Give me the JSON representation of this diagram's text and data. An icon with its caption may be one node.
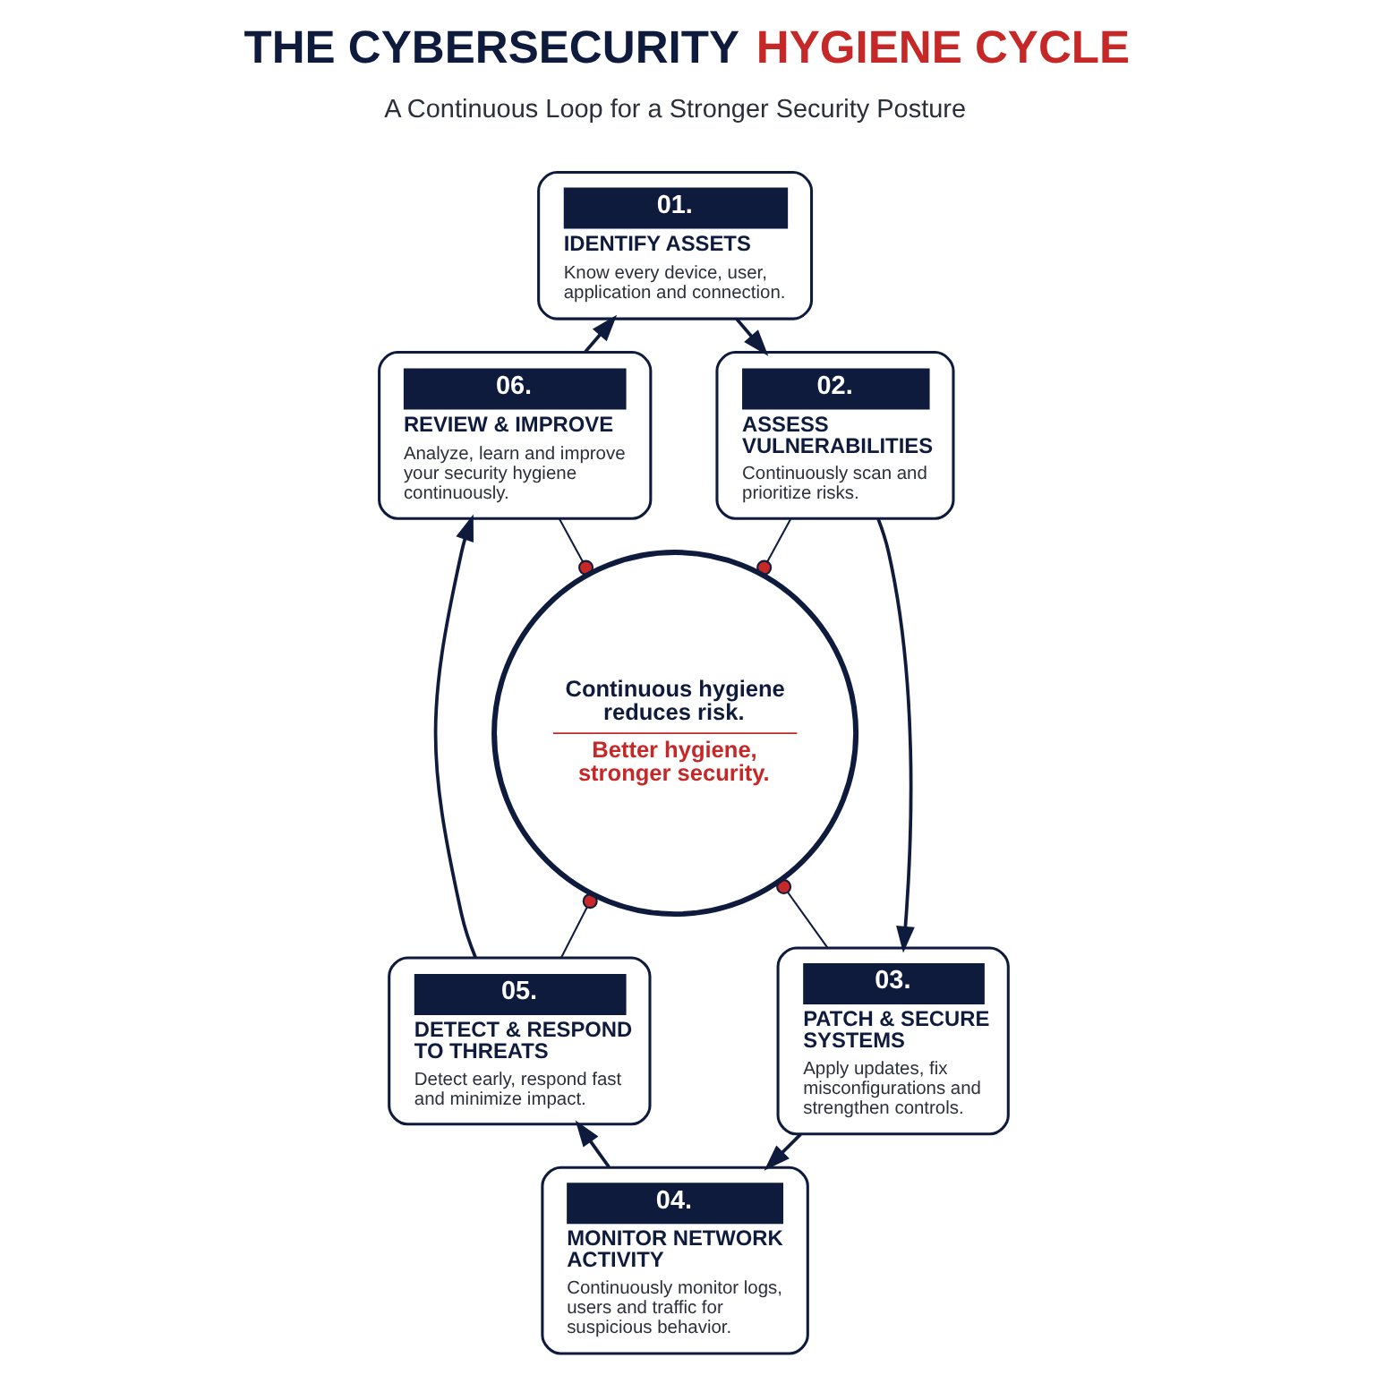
{
  "diagram": {
    "title": "THE CYBERSECURITY HYGIENE CYCLE",
    "nodes": [
      {
        "text": [
          "01.",
          "IDENTIFY ASSETS",
          "Know every device, user, application and connection."
        ]
      },
      {
        "text": [
          "02.",
          "ASSESS VULNERABILITIES",
          "Continuously scan and prioritize risks."
        ]
      },
      {
        "text": [
          "03.",
          "PATCH & SECURE SYSTEMS",
          "Apply updates, fix misconfigurations and strengthen controls."
        ]
      },
      {
        "text": [
          "04.",
          "MONITOR NETWORK ACTIVITY",
          "Continuously monitor logs, users and traffic for suspicious behavior."
        ]
      },
      {
        "text": [
          "05.",
          "DETECT & RESPOND TO THREATS",
          "Detect early, respond fast and minimize impact."
        ]
      },
      {
        "text": [
          "06.",
          "REVIEW & IMPROVE",
          "Analyze, learn and improve your security hygiene continuously."
        ]
      },
      {
        "text": [
          "Continuous hygiene reduces risk.",
          "Better hygiene, stronger security."
        ]
      }
    ],
    "edges": [
      {
        "from": 0,
        "to": 1,
        "arrow": "to"
      },
      {
        "from": 1,
        "to": 2,
        "arrow": "to"
      },
      {
        "from": 2,
        "to": 3,
        "arrow": "to"
      },
      {
        "from": 3,
        "to": 4,
        "arrow": "to"
      },
      {
        "from": 4,
        "to": 5,
        "arrow": "to"
      },
      {
        "from": 5,
        "to": 0,
        "arrow": "to"
      },
      {
        "from": 5,
        "to": 6,
        "arrow": "other"
      },
      {
        "from": 1,
        "to": 6,
        "arrow": "other"
      },
      {
        "from": 4,
        "to": 6,
        "arrow": "other"
      },
      {
        "from": 2,
        "to": 6,
        "arrow": "other"
      }
    ],
    "labels": [
      "A Continuous Loop for a Stronger Security Posture"
    ]
  }
}
